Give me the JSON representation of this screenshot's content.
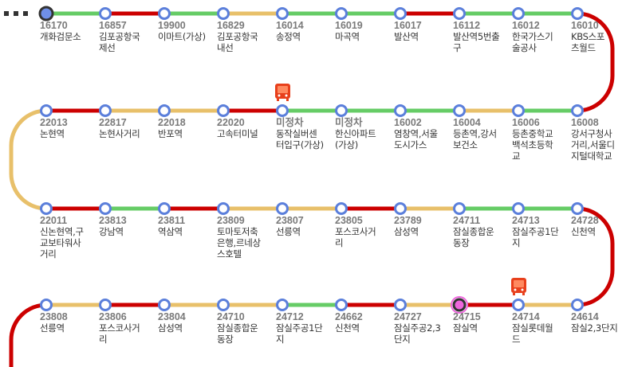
{
  "colors": {
    "green": "#66cc66",
    "red": "#cc0000",
    "yellow": "#e8c06a",
    "node_ring": "#5b7fdb",
    "current": "#ee66dd",
    "start_fill": "#6f8fe8",
    "bus": "#e8401c"
  },
  "rows": [
    {
      "stops": [
        {
          "id": "16170",
          "name": "개화검문소",
          "type": "start"
        },
        {
          "id": "16857",
          "name": "김포공항국\n제선"
        },
        {
          "id": "19900",
          "name": "이마트(가상)"
        },
        {
          "id": "16829",
          "name": "김포공항국\n내선"
        },
        {
          "id": "16014",
          "name": "송정역"
        },
        {
          "id": "16019",
          "name": "마곡역"
        },
        {
          "id": "16017",
          "name": "발산역"
        },
        {
          "id": "16112",
          "name": "발산역5번출\n구"
        },
        {
          "id": "16012",
          "name": "한국가스기\n술공사"
        },
        {
          "id": "16010",
          "name": "KBS스포\n츠월드"
        }
      ],
      "segments": [
        "green",
        "red",
        "green",
        "yellow",
        "green",
        "green",
        "red",
        "green",
        "green"
      ]
    },
    {
      "stops": [
        {
          "id": "22013",
          "name": "논현역"
        },
        {
          "id": "22817",
          "name": "논현사거리"
        },
        {
          "id": "22018",
          "name": "반포역"
        },
        {
          "id": "22020",
          "name": "고속터미널"
        },
        {
          "id": "미정차",
          "name": "동작실버센\n터입구(가상)",
          "bus": true
        },
        {
          "id": "미정차",
          "name": "한신아파트\n(가상)"
        },
        {
          "id": "16002",
          "name": "염창역,서울\n도시가스"
        },
        {
          "id": "16004",
          "name": "등촌역,강서\n보건소"
        },
        {
          "id": "16006",
          "name": "등촌중학교\n백석초등학\n교"
        },
        {
          "id": "16008",
          "name": "강서구청사\n거리,서울디\n지털대학교"
        }
      ],
      "segments": [
        "red",
        "yellow",
        "yellow",
        "red",
        "green",
        "green",
        "green",
        "yellow",
        "green"
      ]
    },
    {
      "stops": [
        {
          "id": "22011",
          "name": "신논현역,구\n교보타워사\n거리"
        },
        {
          "id": "23813",
          "name": "강남역"
        },
        {
          "id": "23811",
          "name": "역삼역"
        },
        {
          "id": "23809",
          "name": "토마토저축\n은행,르네상\n스호텔"
        },
        {
          "id": "23807",
          "name": "선릉역"
        },
        {
          "id": "23805",
          "name": "포스코사거\n리"
        },
        {
          "id": "23789",
          "name": "삼성역"
        },
        {
          "id": "24711",
          "name": "잠실종합운\n동장"
        },
        {
          "id": "24713",
          "name": "잠실주공1단\n지"
        },
        {
          "id": "24728",
          "name": "신천역"
        }
      ],
      "segments": [
        "red",
        "green",
        "red",
        "yellow",
        "yellow",
        "red",
        "yellow",
        "green",
        "green"
      ]
    },
    {
      "stops": [
        {
          "id": "23808",
          "name": "선릉역"
        },
        {
          "id": "23806",
          "name": "포스코사거\n리"
        },
        {
          "id": "23804",
          "name": "삼성역"
        },
        {
          "id": "24710",
          "name": "잠실종합운\n동장"
        },
        {
          "id": "24712",
          "name": "잠실주공1단\n지"
        },
        {
          "id": "24662",
          "name": "신천역"
        },
        {
          "id": "24727",
          "name": "잠실주공2,3\n단지"
        },
        {
          "id": "24715",
          "name": "잠실역",
          "type": "current"
        },
        {
          "id": "24714",
          "name": "잠실롯데월\n드",
          "bus": true
        },
        {
          "id": "24614",
          "name": "잠실2,3단지"
        }
      ],
      "segments": [
        "yellow",
        "red",
        "yellow",
        "yellow",
        "green",
        "red",
        "yellow",
        "red",
        "yellow"
      ]
    }
  ],
  "connectors": {
    "row1_row2": "red",
    "row2_row3": "yellow",
    "row3_row4": "red",
    "row4_next": "red"
  }
}
